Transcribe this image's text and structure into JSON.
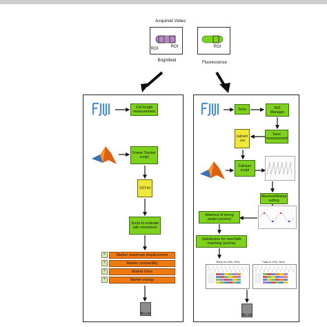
{
  "title": "Acquired Video",
  "brightfield": {
    "label": "Brightfield",
    "roi_a": "ROI",
    "roi_b": "ROI"
  },
  "fluorescence": {
    "label": "Fluorescence",
    "roi": "ROI"
  },
  "left": {
    "cell_length": "Cell length measurement",
    "frame_tracker": "Frame Tracker script",
    "vst": "VST.txt",
    "evaluate": "Script to evaluate tails movement",
    "markers": [
      "Marker maximum displacement",
      "Marker contractility",
      "Marker force",
      "Marker energy"
    ],
    "file": "file.xls"
  },
  "right": {
    "tools": "Tools",
    "roi_manager": "ROI Manager",
    "save": "Save measurement",
    "calcium_csv": "calcium .csv",
    "calcium_script": "Calcium script",
    "maxima": "Maxima/Minima setting",
    "absence": "Absence of wrong peaks (yes/no)",
    "satisfaction": "Satisfaction for rises/falls matching (yes/no)",
    "rises_label": "Rises to 10%, 50%, 90%",
    "falls_label": "Falls to 10%, 50%, 90%",
    "file": "file.xls"
  },
  "colors": {
    "green": "#7ed21c",
    "orange": "#f07a12",
    "yellow": "#efe73a",
    "fiji_blue": "#4a8fd6"
  }
}
